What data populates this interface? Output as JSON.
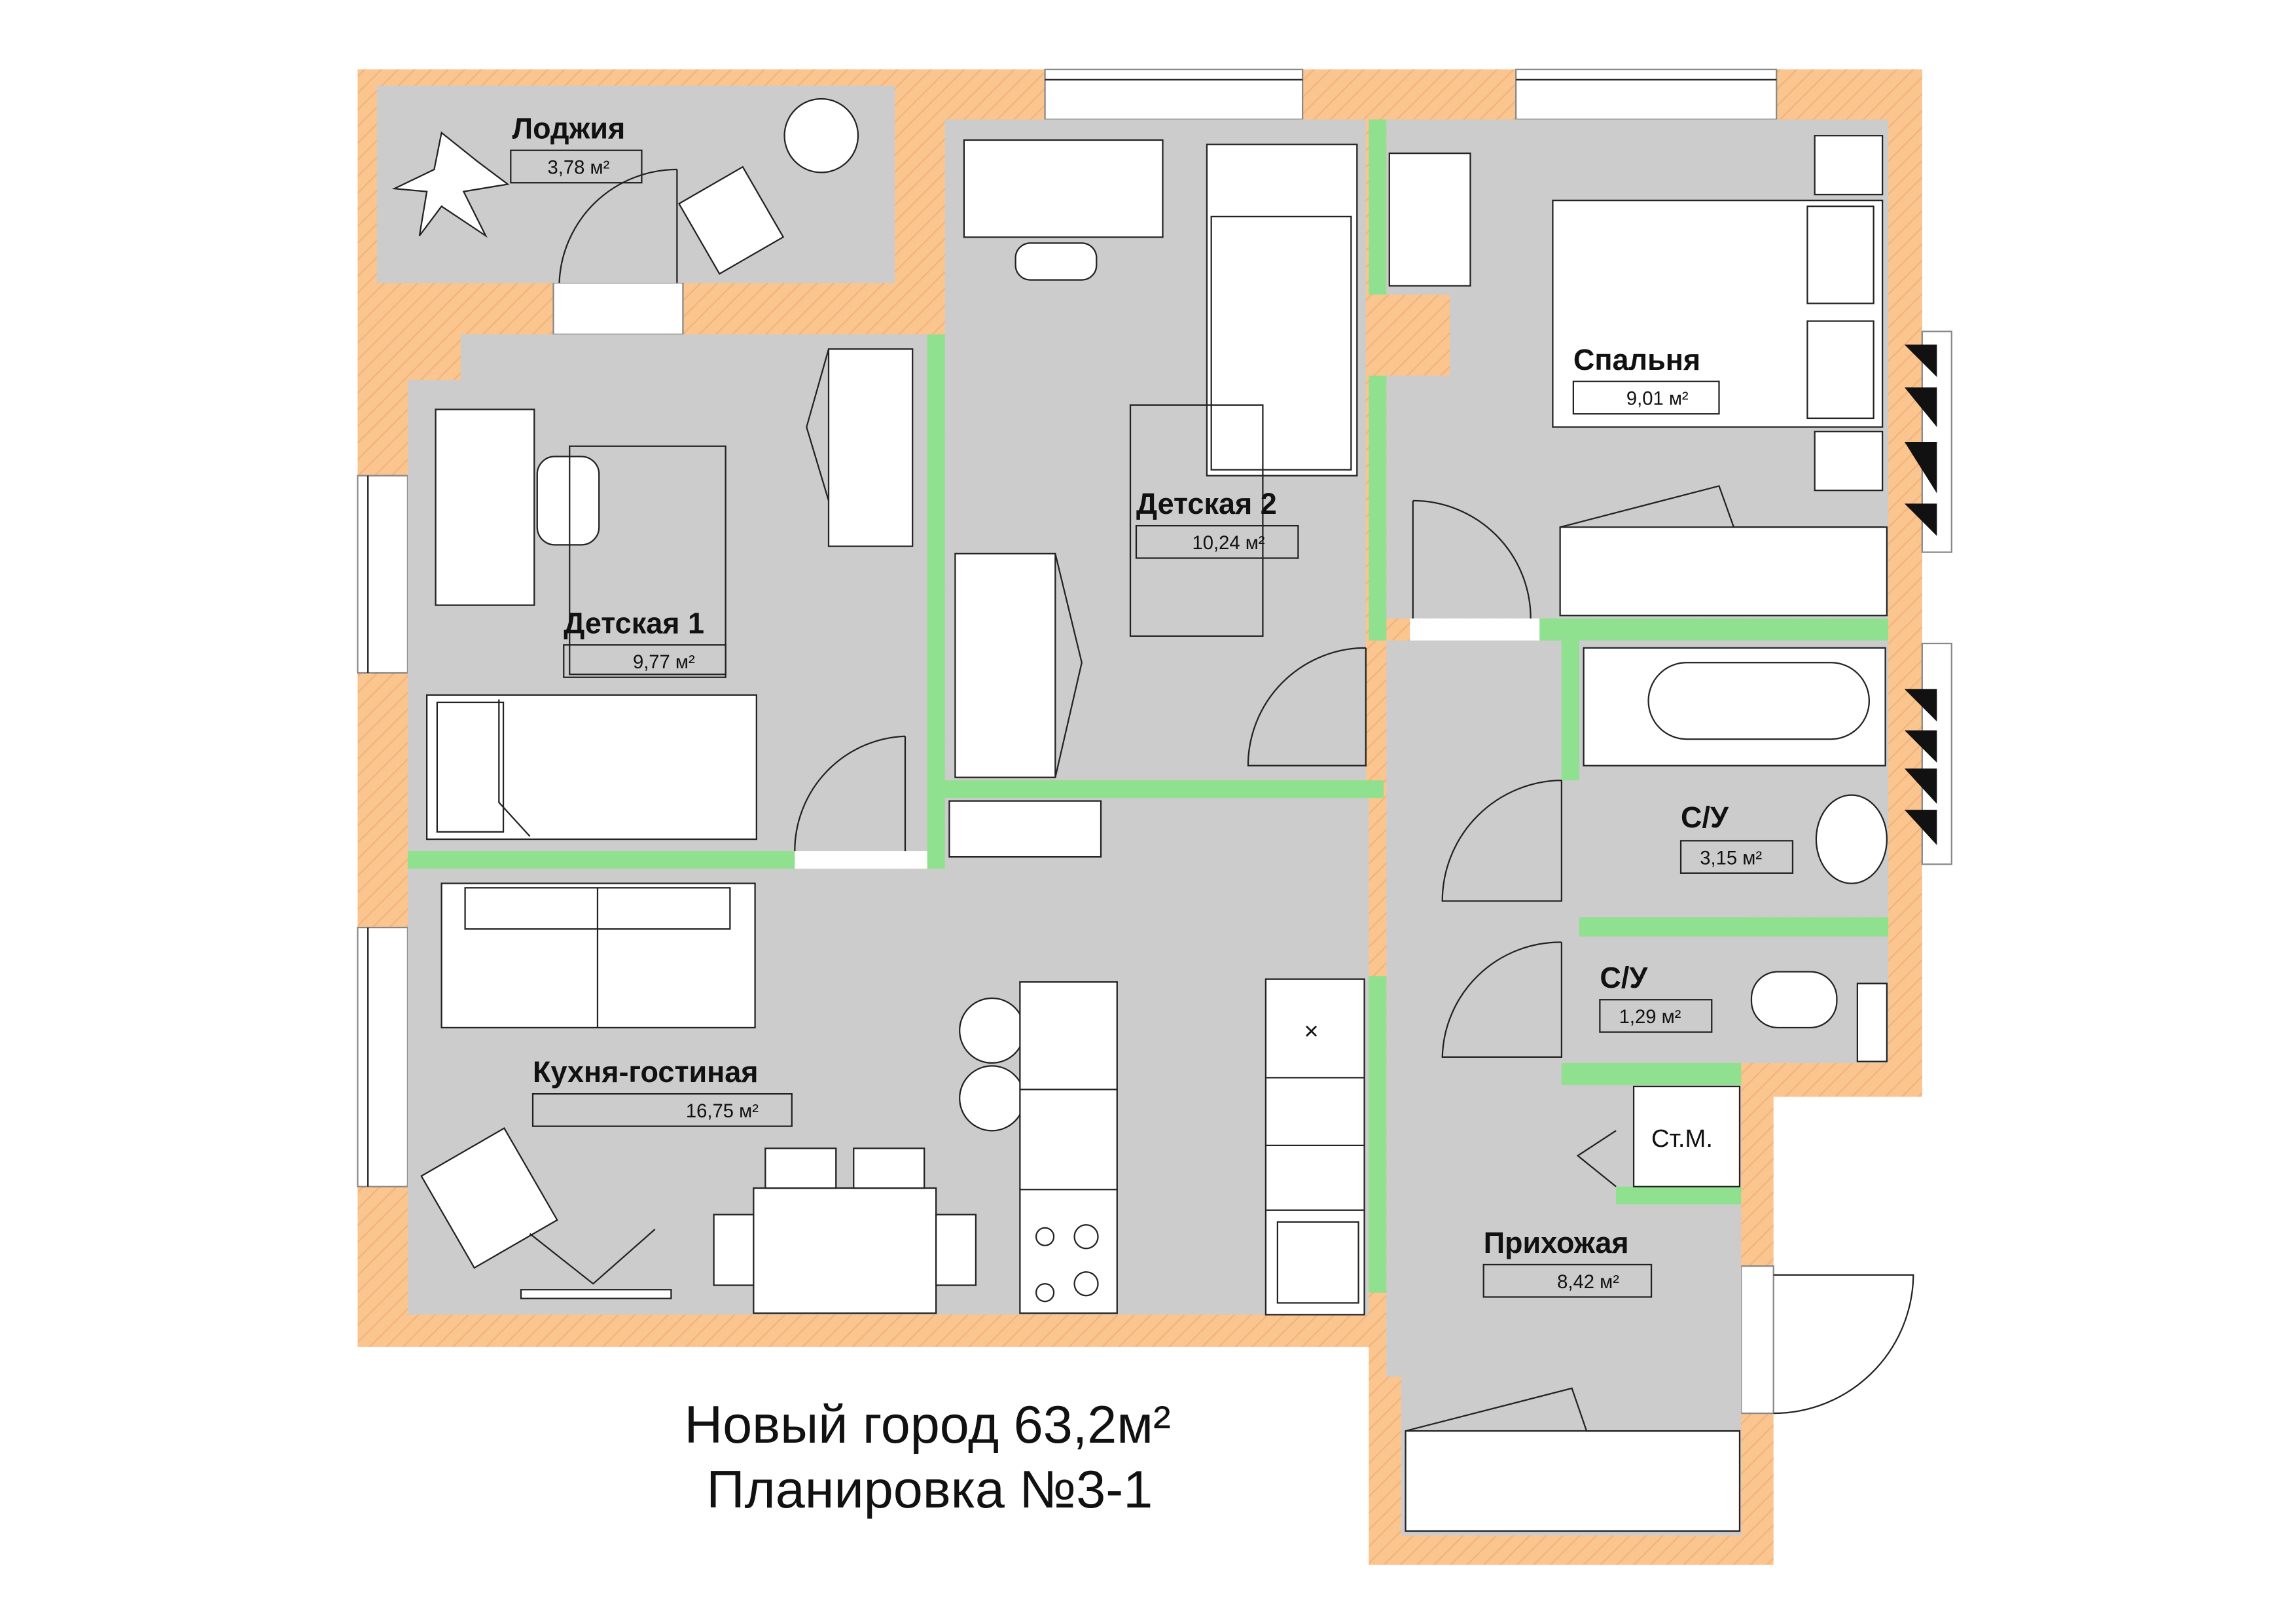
{
  "title": {
    "line1": "Новый город 63,2м²",
    "line2": "Планировка №3-1"
  },
  "rooms": [
    {
      "name": "Лоджия",
      "area": "3,78 м²"
    },
    {
      "name": "Детская 1",
      "area": "9,77 м²"
    },
    {
      "name": "Детская 2",
      "area": "10,24 м²"
    },
    {
      "name": "Спальня",
      "area": "9,01 м²"
    },
    {
      "name": "С/У",
      "area": "3,15 м²"
    },
    {
      "name": "С/У",
      "area": "1,29 м²"
    },
    {
      "name": "Кухня-гостиная",
      "area": "16,75 м²"
    },
    {
      "name": "Прихожая",
      "area": "8,42 м²"
    }
  ],
  "labels": {
    "washer": "Ст.М."
  },
  "colors": {
    "wall": "#fbc58f",
    "floor": "#cccccc",
    "partition": "#8fe08f"
  }
}
